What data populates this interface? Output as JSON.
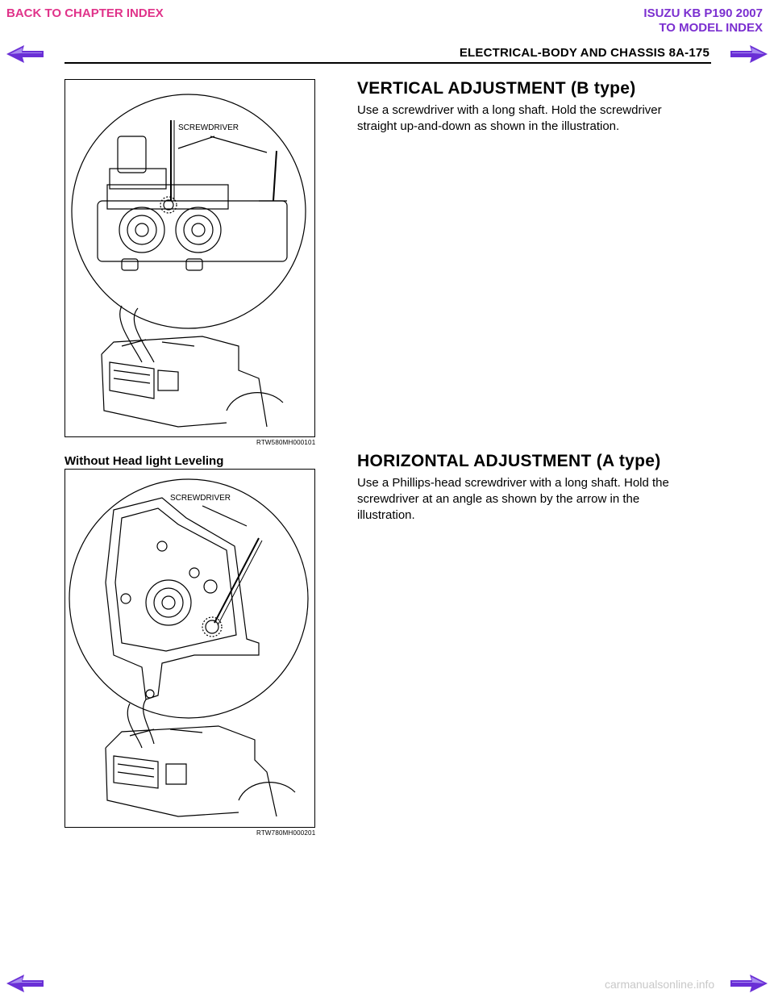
{
  "nav": {
    "back_to_chapter": "BACK TO CHAPTER INDEX",
    "model_title": "ISUZU KB P190 2007",
    "to_model_index": "TO MODEL INDEX",
    "prev_icon": "left-arrow-icon",
    "next_icon": "right-arrow-icon"
  },
  "header": {
    "section_title": "ELECTRICAL-BODY AND CHASSIS  8A-175"
  },
  "figure1": {
    "label": "SCREWDRIVER",
    "code": "RTW580MH000101"
  },
  "figure2": {
    "caption": "Without Head light Leveling",
    "label": "SCREWDRIVER",
    "code": "RTW780MH000201"
  },
  "vertical": {
    "title": "VERTICAL ADJUSTMENT (B type)",
    "text": "Use a screwdriver with a long shaft.  Hold the screwdriver straight up-and-down as shown in the illustration."
  },
  "horizontal": {
    "title": "HORIZONTAL ADJUSTMENT (A type)",
    "text": "Use a Phillips-head screwdriver with a long shaft. Hold the screwdriver at an angle as shown by the arrow in the illustration."
  },
  "watermark": "carmanualsonline.info",
  "colors": {
    "back_link": "#e0338a",
    "model_link": "#7b2fd0",
    "arrow_fill": "#6a2fd6"
  }
}
